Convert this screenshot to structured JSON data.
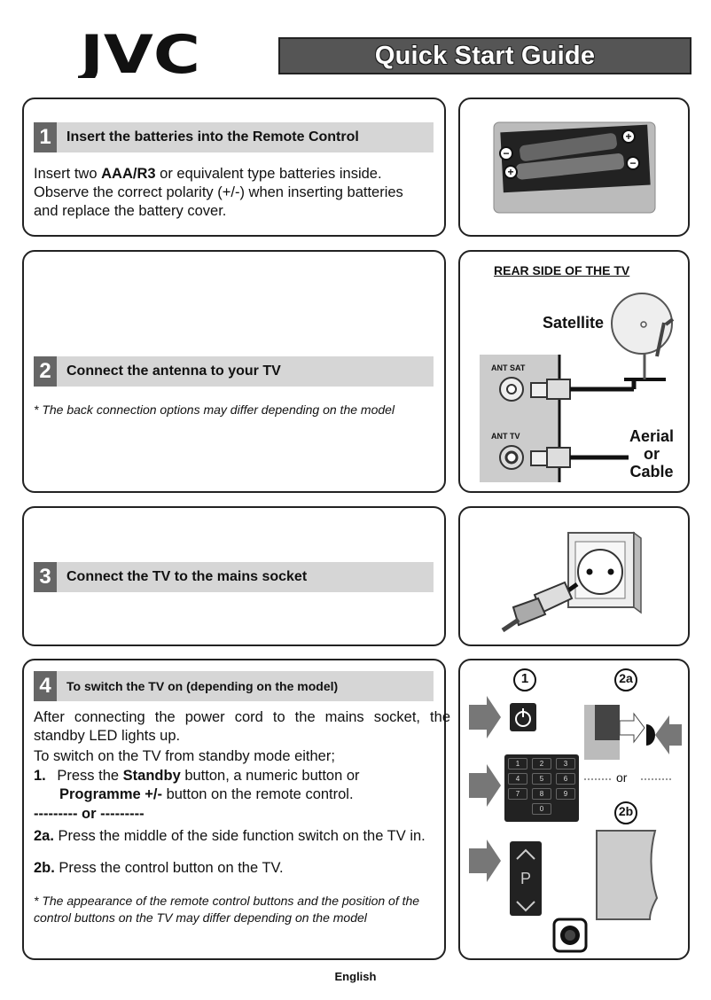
{
  "header": {
    "logo_text": "JVC",
    "title": "Quick Start Guide"
  },
  "step1": {
    "number": "1",
    "title": "Insert the batteries into the Remote Control",
    "text_pre": "Insert two ",
    "text_bold": "AAA/R3",
    "text_post": " or equivalent type batteries inside.",
    "line2": "Observe the correct polarity (+/-) when inserting batteries",
    "line3": "and replace the battery cover."
  },
  "step2": {
    "number": "2",
    "title": "Connect the antenna to your TV",
    "note": "* The back connection options may differ depending on the model",
    "rear_title": "REAR SIDE OF THE TV",
    "satellite": "Satellite",
    "ant_sat": "ANT SAT",
    "ant_tv": "ANT TV",
    "aerial": "Aerial",
    "or": "or",
    "cable": "Cable"
  },
  "step3": {
    "number": "3",
    "title": "Connect the TV to the mains socket"
  },
  "step4": {
    "number": "4",
    "title": "To switch the TV on (depending on the model)",
    "p1": "After connecting the power cord to the mains socket, the standby LED lights up.",
    "p2": "To switch on the TV from standby mode either;",
    "item1_num": "1.",
    "item1_a": "Press the ",
    "item1_b": "Standby",
    "item1_c": " button, a numeric button or",
    "item1_d": "Programme +/-",
    "item1_e": " button on the remote control.",
    "separator": "--------- or ---------",
    "item2a_num": "2a.",
    "item2a_text": " Press the middle of the side function switch on the TV in.",
    "item2b_num": "2b.",
    "item2b_text": " Press the control button on the TV.",
    "note": "* The appearance of the remote control buttons and the position of the control buttons on the TV may differ depending on the model",
    "badge1": "1",
    "badge2a": "2a",
    "badge2b": "2b",
    "or_label": "or",
    "p_label": "P",
    "keypad": [
      "1",
      "2",
      "3",
      "4",
      "5",
      "6",
      "7",
      "8",
      "9",
      "0"
    ]
  },
  "footer": {
    "language": "English"
  }
}
